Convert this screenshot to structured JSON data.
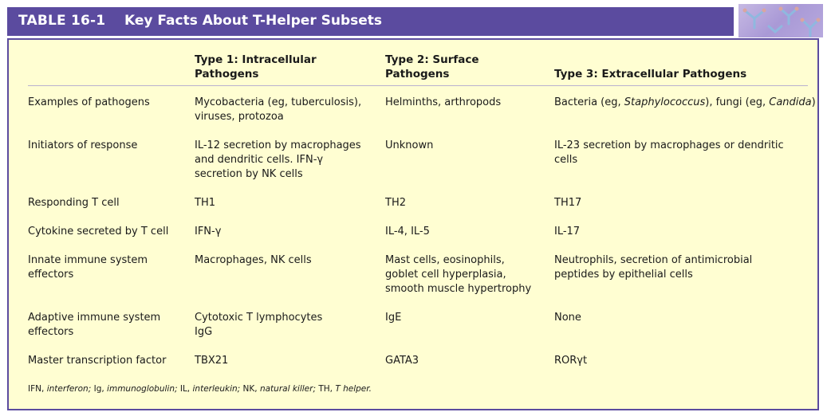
{
  "title": {
    "label": "TABLE 16-1",
    "text": "Key Facts About T-Helper Subsets"
  },
  "table": {
    "headers": [
      "",
      "Type 1: Intracellular Pathogens",
      "Type 2: Surface Pathogens",
      "Type 3: Extracellular Pathogens"
    ],
    "rows": [
      {
        "label": "Examples of pathogens",
        "type1": [
          "Mycobacteria (eg, tuberculosis),",
          "viruses, protozoa"
        ],
        "type2": [
          "Helminths, arthropods"
        ],
        "type3": {
          "a": "Bacteria (eg, ",
          "a_i": "Staphylococcus",
          "b": "), fungi (eg, ",
          "b_i": "Candida",
          "c": ")"
        }
      },
      {
        "label": "Initiators of response",
        "type1": [
          "IL-12 secretion by macrophages",
          "and dendritic cells. IFN-γ",
          "secretion by NK cells"
        ],
        "type2": [
          "Unknown"
        ],
        "type3": [
          "IL-23 secretion by macrophages or dendritic",
          "cells"
        ]
      },
      {
        "label": "Responding T cell",
        "type1": [
          "TH1"
        ],
        "type2": [
          "TH2"
        ],
        "type3": [
          "TH17"
        ]
      },
      {
        "label": "Cytokine secreted by T cell",
        "type1": [
          "IFN-γ"
        ],
        "type2": [
          "IL-4, IL-5"
        ],
        "type3": [
          "IL-17"
        ]
      },
      {
        "label": "Innate immune system effectors",
        "type1": [
          "Macrophages, NK cells"
        ],
        "type2": [
          "Mast cells, eosinophils,",
          "goblet cell hyperplasia,",
          "smooth muscle hypertrophy"
        ],
        "type3": [
          "Neutrophils, secretion of antimicrobial",
          "peptides by epithelial cells"
        ]
      },
      {
        "label": "Adaptive immune system effectors",
        "type1": [
          "Cytotoxic T lymphocytes",
          "IgG"
        ],
        "type2": [
          "IgE"
        ],
        "type3": [
          "None"
        ]
      },
      {
        "label": "Master transcription factor",
        "type1": [
          "TBX21"
        ],
        "type2": [
          "GATA3"
        ],
        "type3": [
          "RORγt"
        ]
      }
    ]
  },
  "footnote": [
    {
      "abbr": "IFN,",
      "full": "interferon;"
    },
    {
      "abbr": "Ig,",
      "full": "immunoglobulin;"
    },
    {
      "abbr": "IL,",
      "full": "interleukin;"
    },
    {
      "abbr": "NK,",
      "full": "natural killer;"
    },
    {
      "abbr": "TH,",
      "full": "T helper."
    }
  ],
  "colors": {
    "header_purple": "#5b4b9f",
    "table_fill": "#fffed2",
    "corner_art": "#b7a9de"
  },
  "icons": [
    "antibody-y-shape-icon"
  ]
}
